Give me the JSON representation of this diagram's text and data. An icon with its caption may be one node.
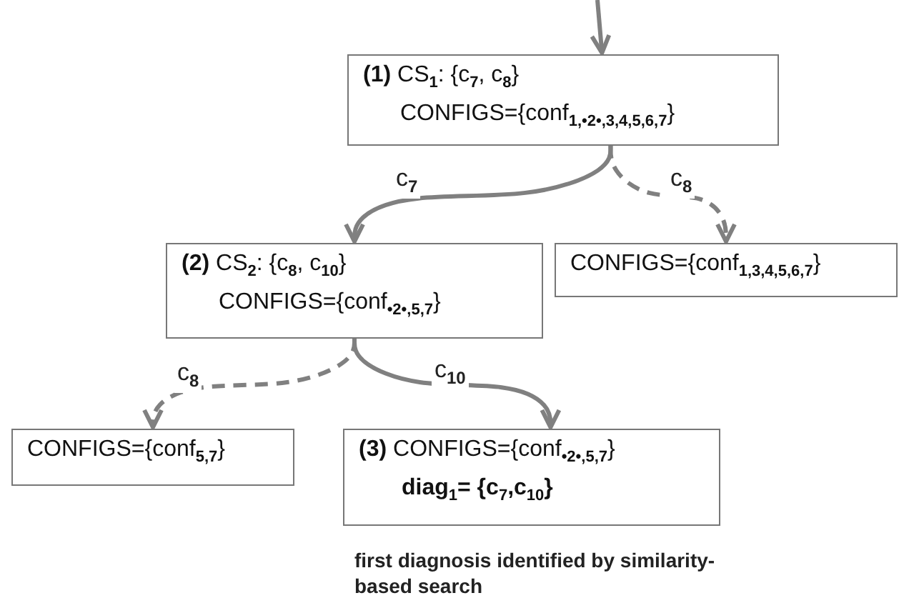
{
  "diagram": {
    "nodes": [
      {
        "text": [
          "**(1)** CS$_{1}$: {c$_{7}$, c$_{8}$}",
          "CONFIGS={conf$_{1,•2•,3,4,5,6,7}$}"
        ]
      },
      {
        "text": [
          "**(2)** CS$_{2}$: {c$_{8}$, c$_{10}$}",
          "CONFIGS={conf$_{•2•,5,7}$}"
        ]
      },
      {
        "text": [
          "CONFIGS={conf$_{1,3,4,5,6,7}$}"
        ]
      },
      {
        "text": [
          "CONFIGS={conf$_{5,7}$}"
        ]
      },
      {
        "text": [
          "**(3)** CONFIGS={conf$_{•2•,5,7}$}",
          "diag$_{1}$= {c$_{7}$,c$_{10}$}"
        ],
        "beside": [
          "first diagnosis identified by similarity-based search"
        ]
      }
    ],
    "edges": [
      {
        "from": null,
        "to": 0,
        "arrow": "to"
      },
      {
        "from": 0,
        "to": 1,
        "arrow": "to",
        "label": "c$_{7}$"
      },
      {
        "from": 0,
        "to": 2,
        "arrow": "to",
        "label": "c$_{8}$",
        "style": "dashed"
      },
      {
        "from": 1,
        "to": 3,
        "arrow": "to",
        "label": "c$_{8}$",
        "style": "dashed"
      },
      {
        "from": 1,
        "to": 4,
        "arrow": "to",
        "label": "c$_{10}$"
      }
    ]
  }
}
